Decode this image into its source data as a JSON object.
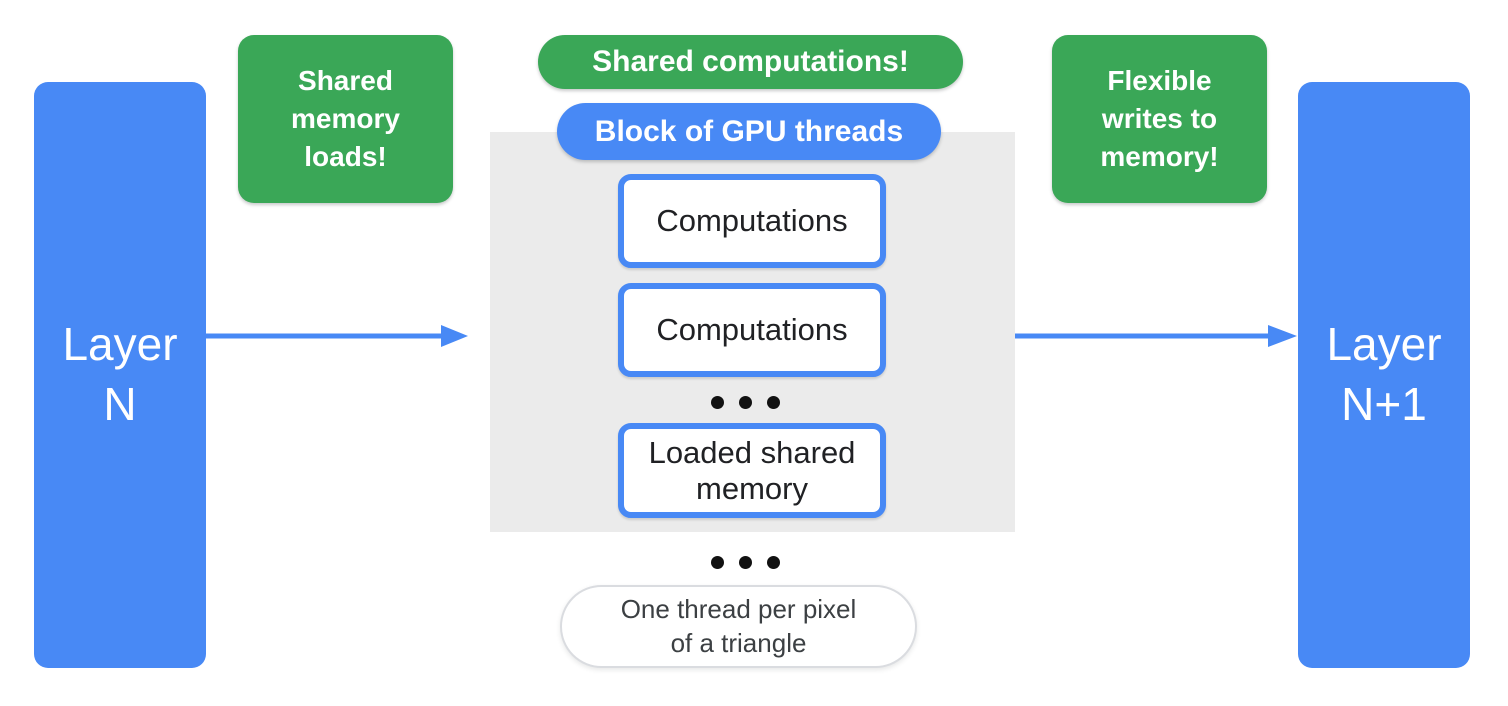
{
  "colors": {
    "blue": "#4889F5",
    "green": "#3AA757",
    "gray_panel": "#EBEBEB",
    "text_dark": "#202124",
    "pill_border": "#DADCE0"
  },
  "nodes": {
    "layer_n": {
      "lines": [
        "Layer",
        "N"
      ]
    },
    "layer_n_plus_1": {
      "lines": [
        "Layer",
        "N+1"
      ]
    },
    "shared_memory_loads": {
      "lines": [
        "Shared",
        "memory",
        "loads!"
      ]
    },
    "shared_computations": {
      "label": "Shared computations!"
    },
    "block_of_gpu_threads": {
      "label": "Block of GPU threads"
    },
    "computations_top": {
      "label": "Computations"
    },
    "computations_middle": {
      "label": "Computations"
    },
    "loaded_shared_memory": {
      "lines": [
        "Loaded shared",
        "memory"
      ]
    },
    "flexible_writes": {
      "lines": [
        "Flexible",
        "writes to",
        "memory!"
      ]
    },
    "one_thread_note": {
      "lines": [
        "One thread per pixel",
        "of a triangle"
      ]
    }
  }
}
